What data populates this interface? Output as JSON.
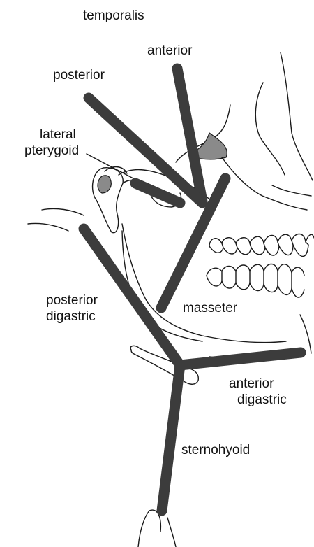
{
  "labels": {
    "temporalis": "temporalis",
    "anterior": "anterior",
    "posterior": "posterior",
    "lateral_pterygoid_line1": "lateral",
    "lateral_pterygoid_line2": "pterygoid",
    "posterior_digastric_line1": "posterior",
    "posterior_digastric_line2": "digastric",
    "masseter": "masseter",
    "anterior_digastric_line1": "anterior",
    "anterior_digastric_line2": "digastric",
    "sternohyoid": "sternohyoid"
  },
  "colors": {
    "muscle": "#3c3c3c",
    "outline": "#1a1a1a",
    "shading": "#8a8a8a"
  }
}
